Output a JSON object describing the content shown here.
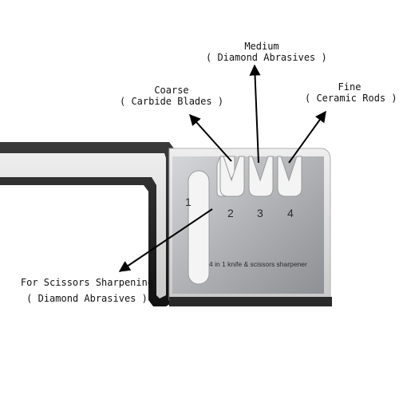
{
  "labels": {
    "medium": {
      "title": "Medium",
      "subtitle": "( Diamond Abrasives )"
    },
    "coarse": {
      "title": "Coarse",
      "subtitle": "( Carbide Blades )"
    },
    "fine": {
      "title": "Fine",
      "subtitle": "( Ceramic Rods )"
    },
    "scissors": {
      "title": "For Scissors Sharpening",
      "subtitle": "( Diamond Abrasives )"
    }
  },
  "slot_numbers": [
    "1",
    "2",
    "3",
    "4"
  ],
  "plate_text": "4 in 1 knife & scissors sharpener",
  "colors": {
    "handle": "#1a1a1a",
    "body": "#d9d9d9",
    "steel": "#b5b7ba",
    "slot": "#f2f2f2",
    "arrow": "#000000"
  }
}
